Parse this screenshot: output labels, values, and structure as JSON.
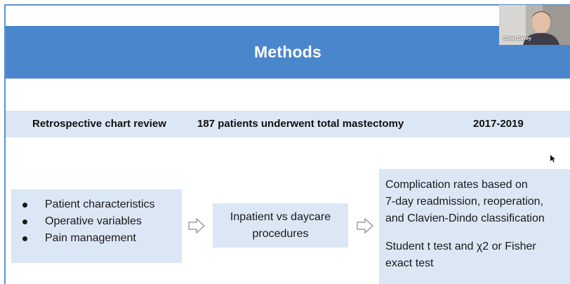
{
  "slide": {
    "title": "Methods",
    "band": {
      "item1": "Retrospective chart review",
      "item2": "187 patients underwent total mastectomy",
      "item3": "2017-2019"
    },
    "left_box": {
      "bullets": [
        "Patient characteristics",
        "Operative variables",
        "Pain management"
      ]
    },
    "middle_box": {
      "line1": "Inpatient vs daycare",
      "line2": "procedures"
    },
    "right_box": {
      "lines_a": [
        "Complication rates based on",
        "7-day readmission, reoperation,",
        "and Clavien-Dindo classification"
      ],
      "lines_b": [
        "Student t test and χ2 or Fisher",
        "exact test"
      ]
    }
  },
  "video_call": {
    "participant_name": "Colin Davey"
  },
  "colors": {
    "title_bar": "#4a86cc",
    "box_fill": "#dbe7f4",
    "frame_border": "#5b8fcf"
  },
  "icons": [
    "right-arrow-icon",
    "cursor-icon"
  ]
}
